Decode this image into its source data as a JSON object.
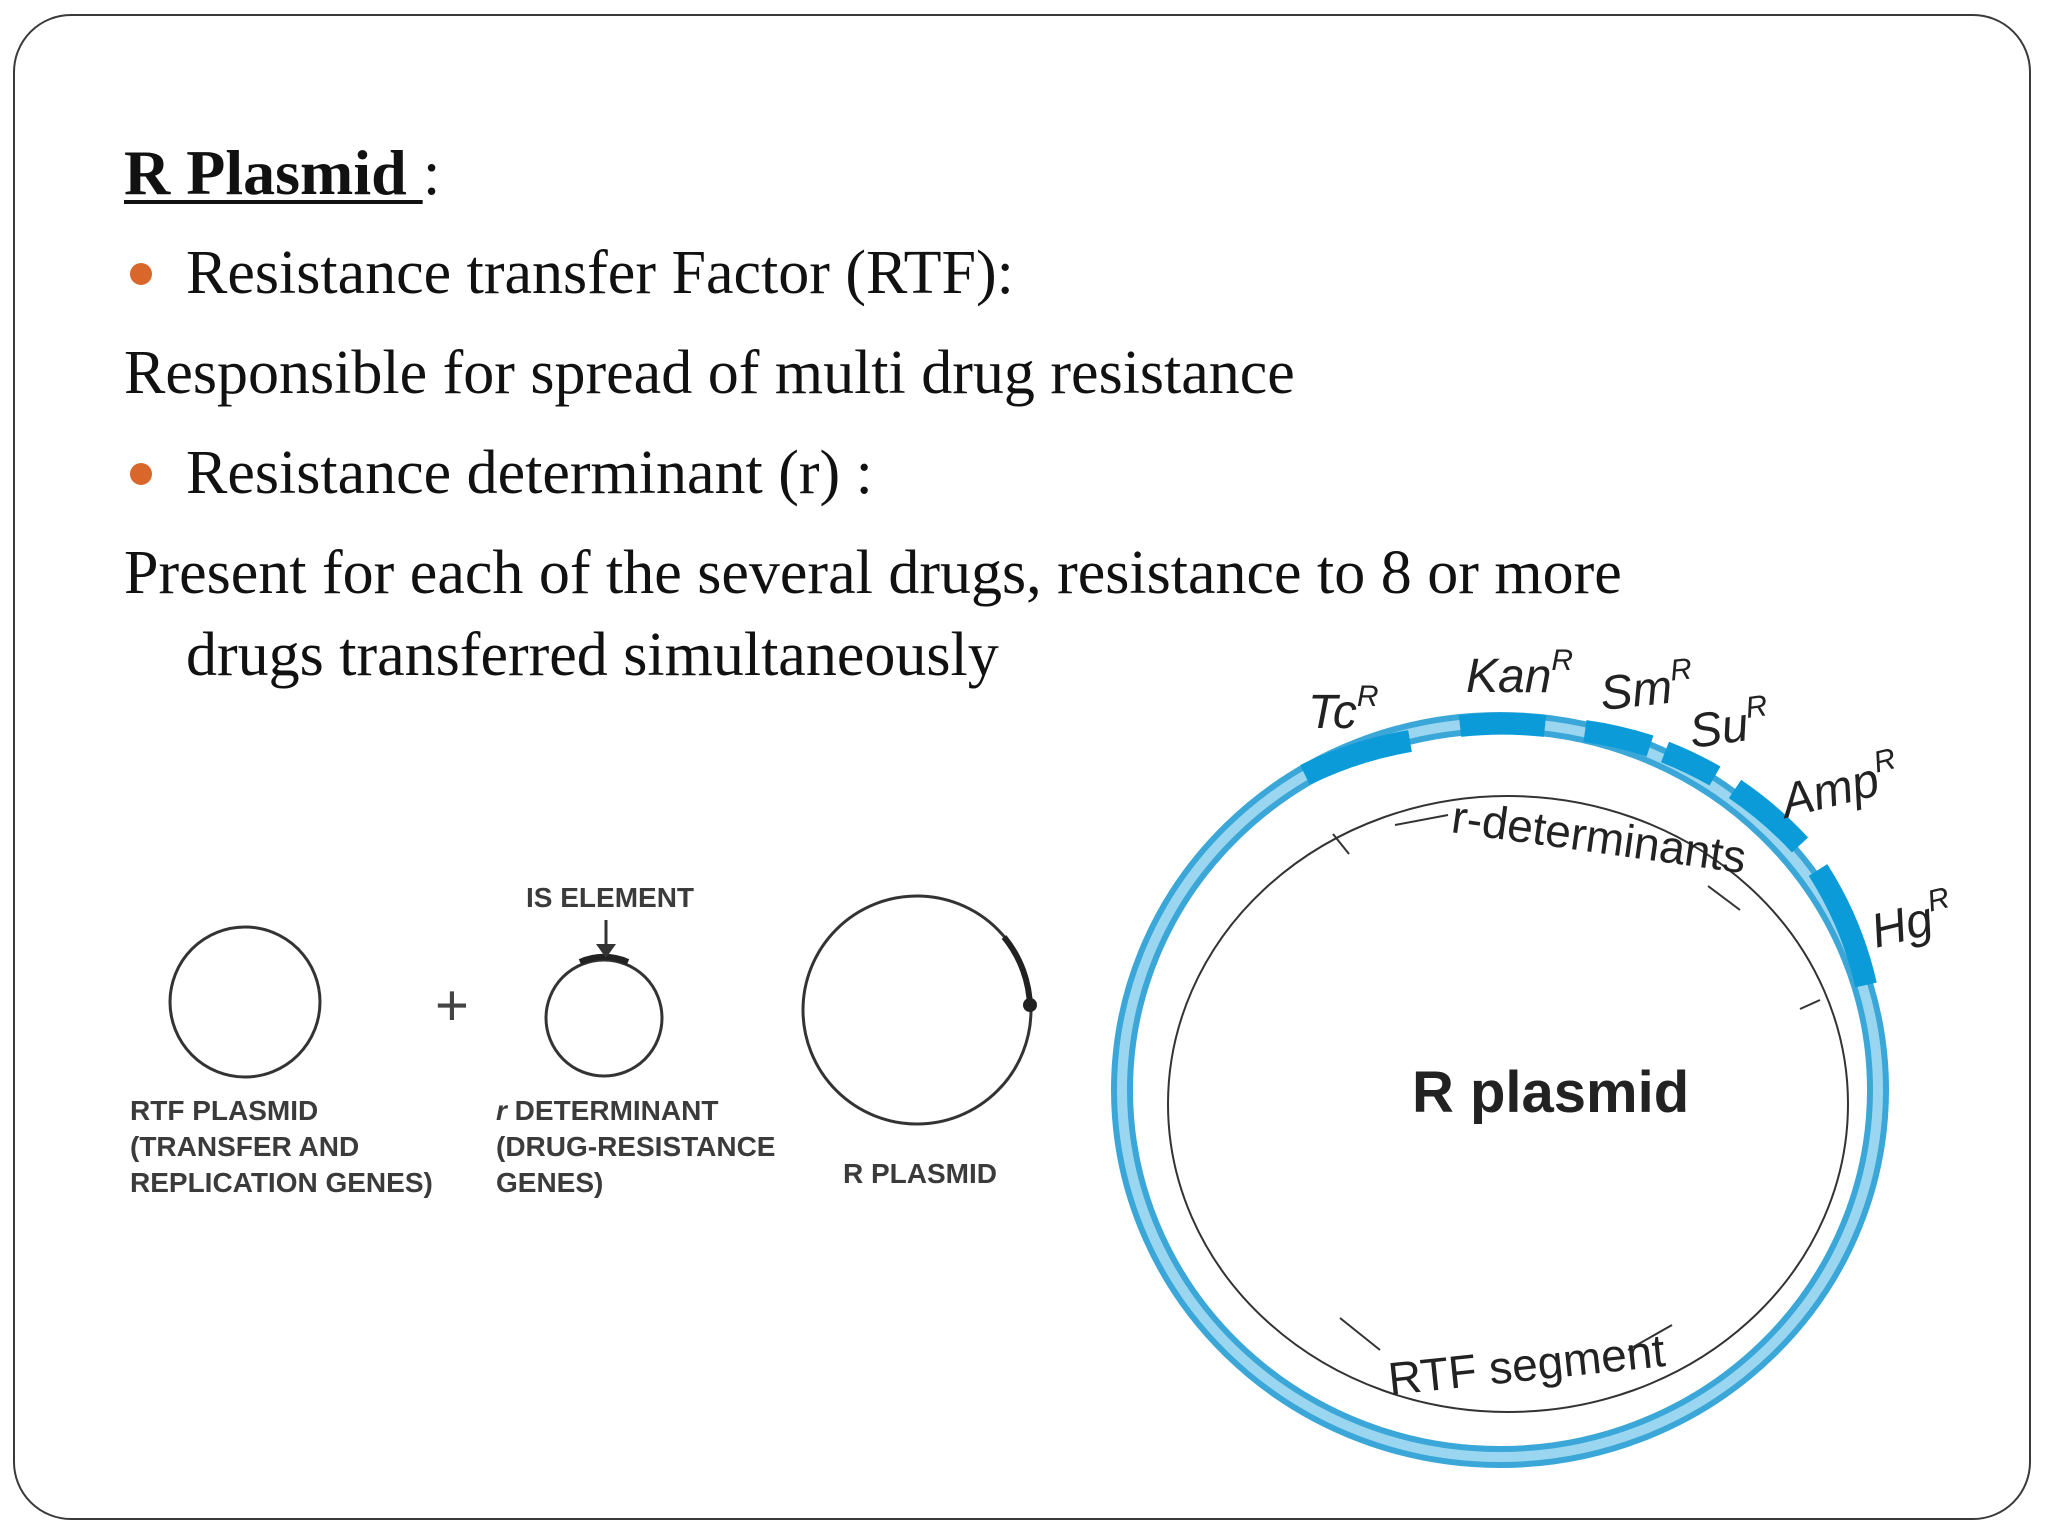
{
  "heading": {
    "title": "R Plasmid ",
    "colon": ":"
  },
  "bullets": [
    {
      "text": "Resistance transfer Factor (RTF):",
      "detail": "Responsible for spread of multi drug resistance"
    },
    {
      "text": "Resistance determinant (r) :",
      "detail_line1": "Present for each of the several drugs, resistance to 8 or more",
      "detail_line2": "drugs transferred simultaneously"
    }
  ],
  "left_diagram": {
    "plus": "+",
    "is_element": "IS ELEMENT",
    "rtf_label": [
      "RTF PLASMID",
      "(TRANSFER AND",
      "REPLICATION GENES)"
    ],
    "r_det_italic": "r",
    "r_det_label": [
      " DETERMINANT",
      "(DRUG-RESISTANCE",
      "GENES)"
    ],
    "r_plasmid_label": "R PLASMID"
  },
  "right_diagram": {
    "center_label": "R plasmid",
    "r_determinants": "r-determinants",
    "rtf_segment": "RTF segment",
    "genes": [
      {
        "base": "Tc",
        "sup": "R"
      },
      {
        "base": "Kan",
        "sup": "R"
      },
      {
        "base": "Sm",
        "sup": "R"
      },
      {
        "base": "Su",
        "sup": "R"
      },
      {
        "base": "Amp",
        "sup": "R"
      },
      {
        "base": "Hg",
        "sup": "R"
      }
    ],
    "colors": {
      "ring": "#7ec8ea",
      "ring_dark": "#3aa7d8",
      "segment": "#0a9bd8",
      "text": "#222222"
    }
  },
  "colors": {
    "bullet": "#d9662b",
    "frame": "#3a3a3a"
  }
}
